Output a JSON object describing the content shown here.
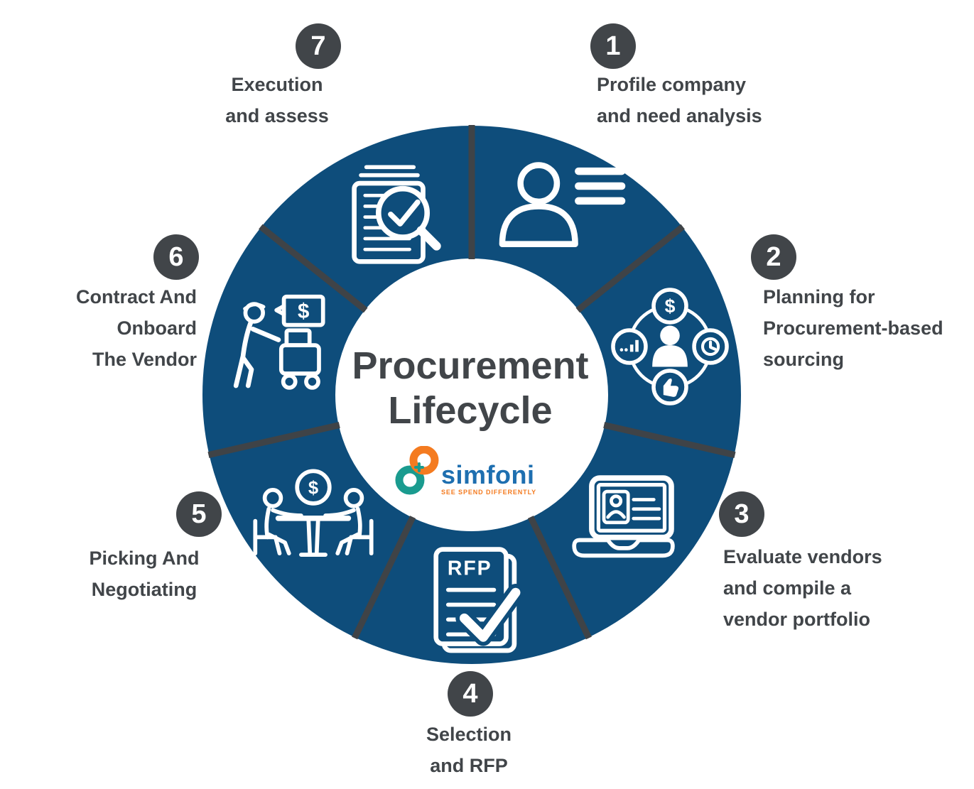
{
  "title": {
    "line1": "Procurement",
    "line2": "Lifecycle"
  },
  "logo": {
    "name": "simfoni",
    "tagline": "SEE SPEND DIFFERENTLY"
  },
  "glyphs": {
    "dollar": "$"
  },
  "colors": {
    "ring_blue": "#0e4d7b",
    "divider_gray": "#3f4347",
    "text_gray": "#414549",
    "badge_gray": "#414549",
    "logo_orange": "#f47b20",
    "logo_teal": "#1a9b8f",
    "logo_blue": "#1e6fb0",
    "white": "#ffffff"
  },
  "steps": [
    {
      "number": "1",
      "icon": "person-profile-list-icon",
      "lines": [
        "Profile company",
        "and need analysis"
      ]
    },
    {
      "number": "2",
      "icon": "resource-network-icon",
      "lines": [
        "Planning for",
        "Procurement-based",
        "sourcing"
      ]
    },
    {
      "number": "3",
      "icon": "laptop-vendor-profile-icon",
      "lines": [
        "Evaluate vendors",
        "and  compile a",
        "vendor portfolio"
      ]
    },
    {
      "number": "4",
      "icon": "rfp-document-check-icon",
      "icon_text": "RFP",
      "lines": [
        "Selection",
        "and RFP"
      ]
    },
    {
      "number": "5",
      "icon": "negotiation-table-icon",
      "lines": [
        "Picking And",
        "Negotiating"
      ]
    },
    {
      "number": "6",
      "icon": "vendor-onboarding-cart-icon",
      "lines": [
        "Contract And",
        "Onboard",
        "The Vendor"
      ]
    },
    {
      "number": "7",
      "icon": "audit-documents-icon",
      "lines": [
        "Execution",
        "and assess"
      ]
    }
  ]
}
